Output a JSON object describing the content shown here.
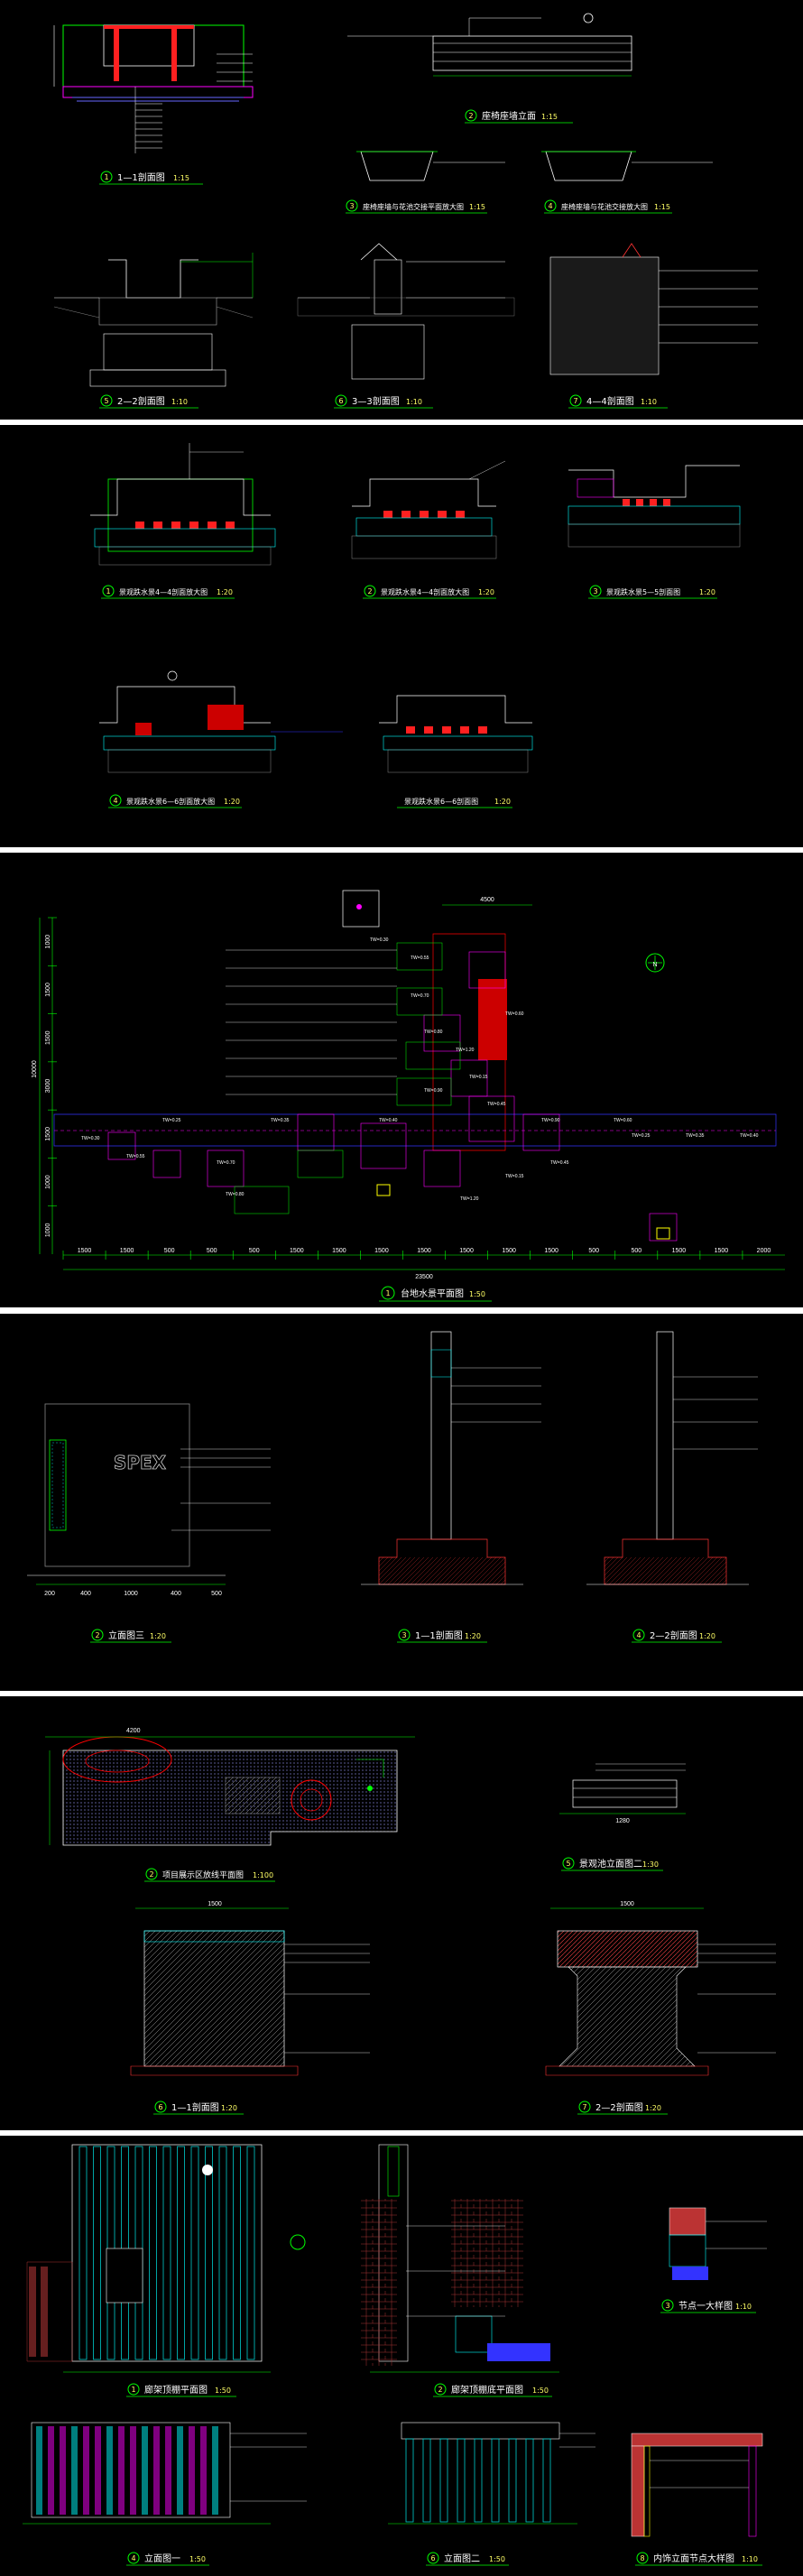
{
  "sheet1": {
    "titles": [
      {
        "num": "1",
        "text": "1—1剖面图",
        "scale": "1:15"
      },
      {
        "num": "2",
        "text": "座椅座墙立面",
        "scale": "1:15"
      },
      {
        "num": "3",
        "text": "座椅座墙与花池交接平面放大图",
        "scale": "1:15"
      },
      {
        "num": "4",
        "text": "座椅座墙与花池交接放大图",
        "scale": "1:15"
      },
      {
        "num": "5",
        "text": "2—2剖面图",
        "scale": "1:10"
      },
      {
        "num": "6",
        "text": "3—3剖面图",
        "scale": "1:10"
      },
      {
        "num": "7",
        "text": "4—4剖面图",
        "scale": "1:10"
      }
    ]
  },
  "sheet2": {
    "titles": [
      {
        "num": "1",
        "text": "景观跌水景4—4剖面放大图",
        "scale": "1:20"
      },
      {
        "num": "2",
        "text": "景观跌水景4—4剖面放大图",
        "scale": "1:20"
      },
      {
        "num": "3",
        "text": "景观跌水景5—5剖面图",
        "scale": "1:20"
      },
      {
        "num": "4",
        "text": "景观跌水景6—6剖面放大图",
        "scale": "1:20"
      },
      {
        "num": "",
        "text": "景观跌水景6—6剖面图",
        "scale": "1:20"
      }
    ]
  },
  "sheet3": {
    "title": {
      "num": "1",
      "text": "台地水景平面图",
      "scale": "1:50"
    },
    "labels": [
      "TW=0.30",
      "TW=0.55",
      "TW=0.70",
      "TW=0.80",
      "TW=1.20",
      "TW=0.15",
      "TW=0.45",
      "TW=0.25",
      "TW=0.35",
      "TW=0.40",
      "TW=0.90",
      "TW=0.60"
    ],
    "bottom_dims": [
      "1500",
      "1500",
      "500",
      "500",
      "500",
      "1500",
      "1500",
      "1500",
      "1500",
      "1500",
      "1500",
      "1500",
      "500",
      "500",
      "1500",
      "1500",
      "2000"
    ],
    "total_dim": "23500",
    "top_dim": "4500",
    "left_dims": [
      "1000",
      "1500",
      "1500",
      "3000",
      "1500",
      "1000",
      "1000"
    ],
    "left_total": "10000"
  },
  "sheet4": {
    "titles": [
      {
        "num": "2",
        "text": "立面图三",
        "scale": "1:20"
      },
      {
        "num": "3",
        "text": "1—1剖面图",
        "scale": "1:20"
      },
      {
        "num": "4",
        "text": "2—2剖面图",
        "scale": "1:20"
      }
    ],
    "logo_text": "SPEX",
    "dims": [
      "200",
      "400",
      "1000",
      "400",
      "500"
    ]
  },
  "sheet5": {
    "titles": [
      {
        "num": "2",
        "text": "项目展示区放线平面图",
        "scale": "1:100"
      },
      {
        "num": "5",
        "text": "景观池立面图二",
        "scale": "1:30"
      },
      {
        "num": "6",
        "text": "1—1剖面图",
        "scale": "1:20"
      },
      {
        "num": "7",
        "text": "2—2剖面图",
        "scale": "1:20"
      }
    ],
    "dims": [
      "4200",
      "1500",
      "1500",
      "1280"
    ]
  },
  "sheet6": {
    "titles": [
      {
        "num": "1",
        "text": "廊架顶棚平面图",
        "scale": "1:50"
      },
      {
        "num": "2",
        "text": "廊架顶棚底平面图",
        "scale": "1:50"
      },
      {
        "num": "3",
        "text": "节点一大样图",
        "scale": "1:10"
      },
      {
        "num": "4",
        "text": "立面图一",
        "scale": "1:50"
      },
      {
        "num": "6",
        "text": "立面图二",
        "scale": "1:50"
      },
      {
        "num": "8",
        "text": "内饰立面节点大样图",
        "scale": "1:10"
      }
    ]
  },
  "colors": {
    "background": "#000000",
    "line_green": "#00ff00",
    "line_red": "#ff0000",
    "line_magenta": "#ff00ff",
    "line_cyan": "#00ffff",
    "line_blue": "#3333ff",
    "line_yellow": "#ffff00",
    "page_gap": "#ffffff"
  }
}
